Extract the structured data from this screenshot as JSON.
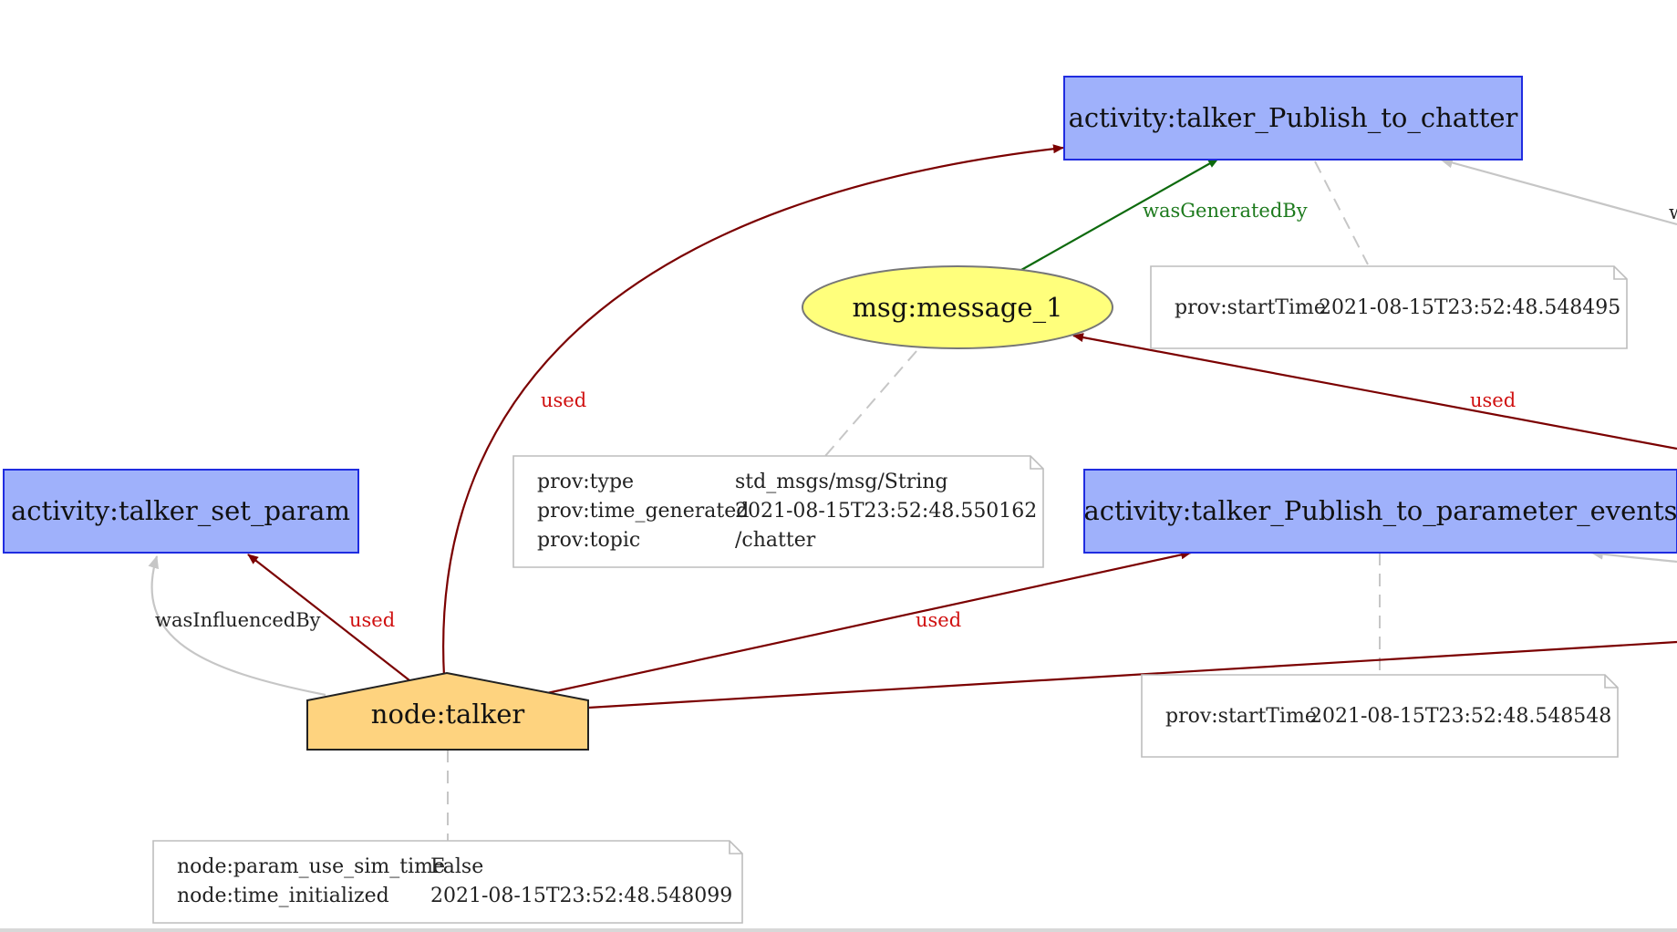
{
  "colors": {
    "activity_fill": "#9fb1fb",
    "activity_stroke": "#1f2ce0",
    "message_fill": "#ffff7c",
    "message_stroke": "#777777",
    "agent_fill": "#fed37f",
    "agent_stroke": "#222222",
    "note_stroke": "#bdbdbd",
    "used_edge": "#7b0000",
    "used_label": "#d01010",
    "generated_edge": "#0d6a0d",
    "generated_label": "#1d7a1d",
    "influenced_edge": "#c6c6c6",
    "annotation_edge": "#c6c6c6"
  },
  "nodes": {
    "publish_chatter": {
      "label": "activity:talker_Publish_to_chatter",
      "icon": "rectangle-activity"
    },
    "message_1": {
      "label": "msg:message_1",
      "icon": "ellipse-entity"
    },
    "set_param": {
      "label": "activity:talker_set_param",
      "icon": "rectangle-activity"
    },
    "publish_param_events": {
      "label": "activity:talker_Publish_to_parameter_events",
      "icon": "rectangle-activity"
    },
    "talker": {
      "label": "node:talker",
      "icon": "house-agent"
    }
  },
  "notes": {
    "chatter_start": {
      "rows": [
        {
          "key": "prov:startTime",
          "value": "2021-08-15T23:52:48.548495"
        }
      ]
    },
    "message": {
      "rows": [
        {
          "key": "prov:type",
          "value": "std_msgs/msg/String"
        },
        {
          "key": "prov:time_generated",
          "value": "2021-08-15T23:52:48.550162"
        },
        {
          "key": "prov:topic",
          "value": "/chatter"
        }
      ]
    },
    "param_start": {
      "rows": [
        {
          "key": "prov:startTime",
          "value": "2021-08-15T23:52:48.548548"
        }
      ]
    },
    "talker": {
      "rows": [
        {
          "key": "node:param_use_sim_time",
          "value": "False"
        },
        {
          "key": "node:time_initialized",
          "value": "2021-08-15T23:52:48.548099"
        }
      ]
    }
  },
  "edges": {
    "used_talker_chatter": "used",
    "generated_message_chatter": "wasGeneratedBy",
    "used_message": "used",
    "influenced_talker_set_param": "wasInfluencedBy",
    "used_talker_set_param": "used",
    "used_talker_param_events": "used",
    "partial_edge_label": "w"
  }
}
